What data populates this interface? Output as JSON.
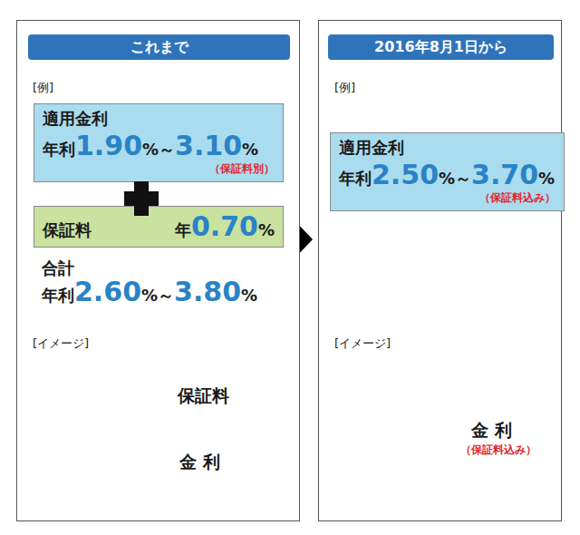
{
  "diagram": {
    "nodes": [
      {
        "text": [
          "これまで"
        ]
      },
      {
        "text": [
          "適用金利",
          "年利",
          "1.90",
          "%～",
          "3.10",
          "%",
          "（保証料別）"
        ],
        "in": 0
      },
      {
        "text": [
          "保証料",
          "年",
          "0.70",
          "%"
        ],
        "in": 0
      },
      {
        "text": [
          "2016年8月1日から"
        ]
      },
      {
        "text": [
          "適用金利",
          "年利",
          "2.50",
          "%～",
          "3.70",
          "%",
          "（保証料込み）"
        ],
        "in": 3
      }
    ],
    "labels": [
      "[例]",
      "合計",
      "年利",
      "2.60",
      "%～",
      "3.80",
      "%",
      "[イメージ]",
      "保証料",
      "金 利",
      "[例]",
      "[イメージ]",
      "金 利",
      "（保証料込み）"
    ]
  }
}
